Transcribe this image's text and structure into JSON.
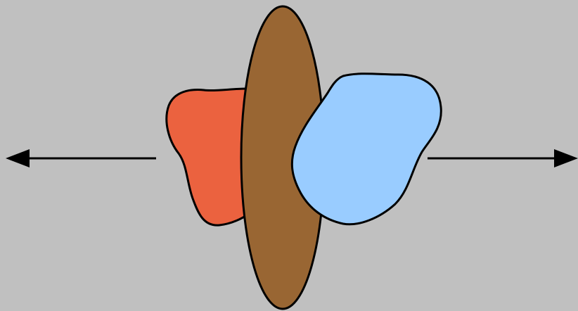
{
  "diagram": {
    "background_color": "#c0c0c0",
    "stroke_color": "#000000",
    "shapes": [
      {
        "name": "left-blob",
        "fill": "#eb623f"
      },
      {
        "name": "center-ellipse",
        "fill": "#996633"
      },
      {
        "name": "right-blob",
        "fill": "#99ccff"
      }
    ],
    "arrows": [
      {
        "name": "left-arrow",
        "direction": "left"
      },
      {
        "name": "right-arrow",
        "direction": "right"
      }
    ]
  }
}
